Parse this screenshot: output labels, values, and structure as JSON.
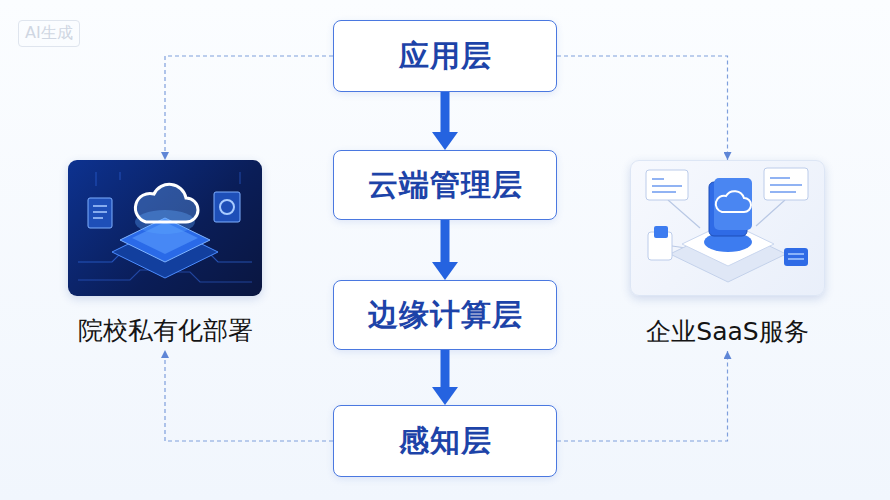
{
  "diagram": {
    "nodes": [
      {
        "text": [
          "应用层"
        ]
      },
      {
        "text": [
          "院校私有化部署"
        ]
      },
      {
        "text": [
          "云端管理层"
        ]
      },
      {
        "text": [
          "企业SaaS服务"
        ]
      },
      {
        "text": [
          "边缘计算层"
        ]
      },
      {
        "text": [
          "感知层"
        ]
      }
    ],
    "edges": [
      {
        "from": 0,
        "to": 2,
        "arrow": "to"
      },
      {
        "from": 2,
        "to": 4,
        "arrow": "to"
      },
      {
        "from": 4,
        "to": 5,
        "arrow": "to"
      },
      {
        "from": 0,
        "to": 1,
        "arrow": "to"
      },
      {
        "from": 5,
        "to": 1,
        "arrow": "to"
      },
      {
        "from": 0,
        "to": 3,
        "arrow": "to"
      },
      {
        "from": 5,
        "to": 3,
        "arrow": "to"
      }
    ],
    "labels": [
      "AI生成"
    ]
  }
}
